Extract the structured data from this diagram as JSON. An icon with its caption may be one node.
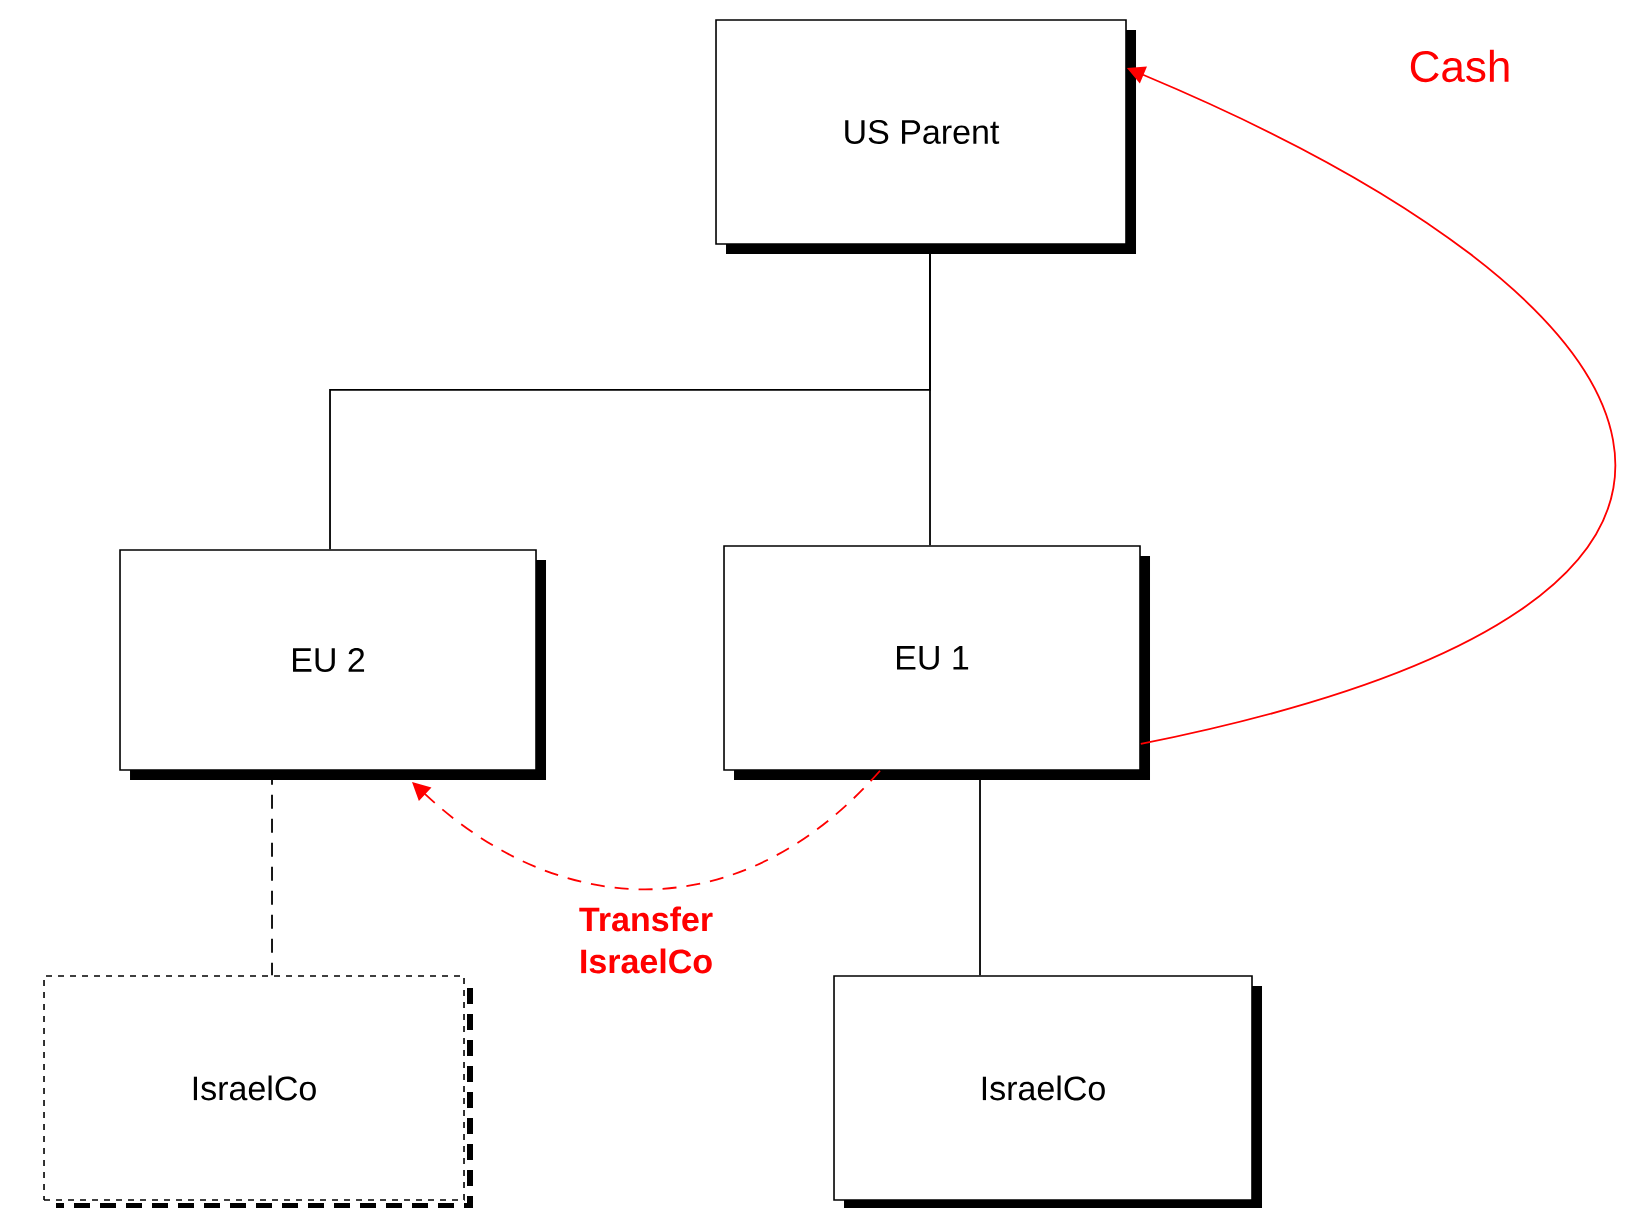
{
  "diagram": {
    "nodes": [
      {
        "text": [
          "US Parent"
        ]
      },
      {
        "text": [
          "EU 2"
        ]
      },
      {
        "text": [
          "EU 1"
        ]
      },
      {
        "text": [
          "IsraelCo"
        ]
      },
      {
        "text": [
          "IsraelCo"
        ]
      }
    ],
    "edges": [
      {
        "from": 0,
        "to": 1,
        "arrow": "none"
      },
      {
        "from": 0,
        "to": 2,
        "arrow": "none"
      },
      {
        "from": 1,
        "to": 3,
        "arrow": "none",
        "style": "dashed"
      },
      {
        "from": 2,
        "to": 4,
        "arrow": "none"
      },
      {
        "from": 2,
        "to": 1,
        "arrow": "to",
        "style": "dashed",
        "color": "#ff0000",
        "label": "Transfer IsraelCo"
      },
      {
        "from": 2,
        "to": 0,
        "arrow": "to",
        "color": "#ff0000",
        "label": "Cash"
      }
    ]
  }
}
